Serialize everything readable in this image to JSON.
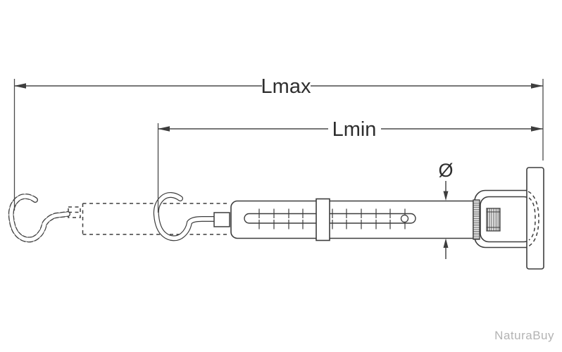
{
  "diagram": {
    "type": "technical-drawing",
    "subject": "spring scale dynamometer dimensional drawing with retracted and extended (phantom) hook positions",
    "dimensions": {
      "lmax_label": "Lmax",
      "lmin_label": "Lmin",
      "diameter_label": "Ø"
    },
    "watermark": "NaturaBuy",
    "colors": {
      "line": "#3d3d3d",
      "background": "#ffffff",
      "watermark": "#b3b3b3"
    }
  }
}
